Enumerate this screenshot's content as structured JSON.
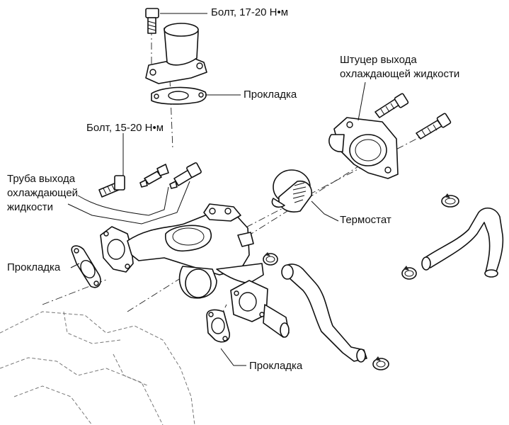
{
  "labels": {
    "bolt_top": "Болт, 17-20 Н•м",
    "gasket_top": "Прокладка",
    "fitting": [
      "Штуцер выхода",
      "охлаждающей жидкости"
    ],
    "bolt_left": "Болт, 15-20 Н•м",
    "pipe": [
      "Труба выхода",
      "охлаждающей",
      "жидкости"
    ],
    "thermostat": "Термостат",
    "gasket_left": "Прокладка",
    "gasket_bottom": "Прокладка"
  }
}
